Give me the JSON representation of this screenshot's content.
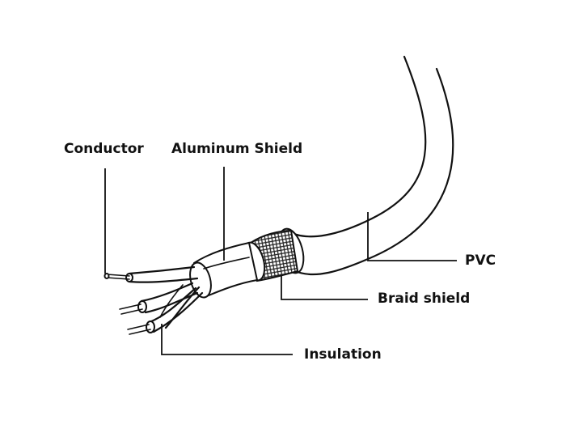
{
  "labels": {
    "conductor": "Conductor",
    "aluminum_shield": "Aluminum Shield",
    "pvc": "PVC",
    "braid_shield": "Braid shield",
    "insulation": "Insulation"
  },
  "colors": {
    "line": "#111111",
    "background": "#ffffff"
  }
}
